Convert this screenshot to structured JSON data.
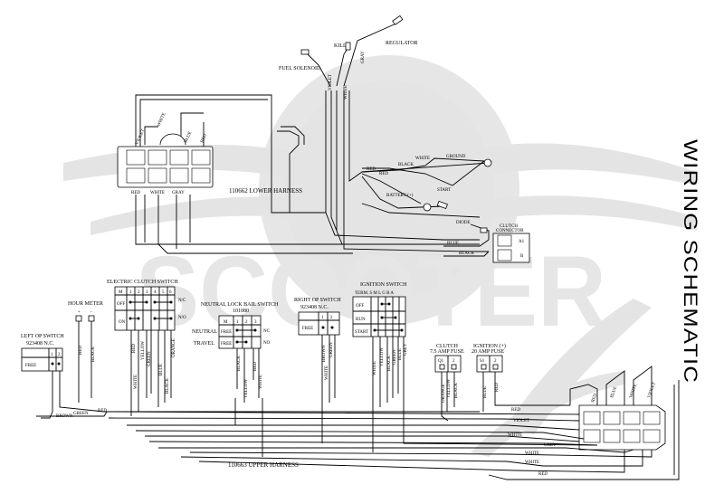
{
  "title": "WIRING SCHEMATIC",
  "watermark": "SCOOTER",
  "colors": {
    "wire": "#000000",
    "watermark": "#e4e4e4",
    "background": "#ffffff"
  },
  "harnesses": {
    "lower": "110662 LOWER HARNESS",
    "upper": "110663 UPPER HARNESS"
  },
  "top_leads": {
    "kill": "KILL",
    "regulator": "REGULATOR",
    "fuel_solenoid": "FUEL SOLENOID",
    "violet": "VIOLET",
    "white": "WHITE",
    "gray": "GRAY"
  },
  "lower_connector": {
    "top_wires": [
      "VIOLET",
      "WHITE",
      "BLUE",
      "RED"
    ],
    "bottom_wires": [
      "RED",
      "WHITE",
      "GRAY"
    ]
  },
  "battery": {
    "black": "BLACK",
    "ground": "GROUND",
    "white": "WHITE",
    "red_top": "RED",
    "red": "RED",
    "battery_plus": "BATTERY (+)",
    "start": "START"
  },
  "clutch_connector": {
    "diode": "DIODE",
    "title_1": "CLUTCH",
    "title_2": "CONNECTOR",
    "pin_a": "A1",
    "pin_b": "B",
    "blue": "BLUE",
    "black": "BLACK"
  },
  "electric_clutch_switch": {
    "title": "ELECTRIC CLUTCH SWITCH",
    "header": [
      "M",
      "1",
      "2",
      "3",
      "4",
      "5",
      "6"
    ],
    "rows": [
      "OFF",
      "ON"
    ],
    "nc": "N/C",
    "no": "N/O",
    "wires": [
      "RED",
      "WHITE",
      "YELLOW",
      "GREEN",
      "BLUE",
      "BLACK",
      "ORANGE"
    ]
  },
  "hour_meter": {
    "title": "HOUR METER",
    "plus": "+",
    "minus": "-",
    "red": "RED",
    "black": "BLACK"
  },
  "left_op_switch": {
    "title": "LEFT  OP SWITCH",
    "part": "923408   N.C.",
    "pin1": "1",
    "pin2": "2",
    "free": "FREE"
  },
  "neutral_lock": {
    "title": "NEUTRAL LOCK BAIL SWITCH",
    "part": "101080",
    "neutral": "NEUTRAL",
    "travel": "TRAVEL",
    "header": [
      "M",
      "1",
      "2",
      "3"
    ],
    "rows": [
      "FREE",
      "FREE"
    ],
    "nc": "NC",
    "no": "NO",
    "wires": [
      "BLACK",
      "YELLOW",
      "RED",
      "WHITE"
    ]
  },
  "right_op_switch": {
    "title": "RIGHT  OP SWITCH",
    "part": "923408   N.C.",
    "pin1": "1",
    "pin2": "2",
    "free": "FREE",
    "wires": [
      "BROWN",
      "GREEN",
      "WHITE"
    ]
  },
  "ignition_switch": {
    "title": "IGNITION SWITCH",
    "term": "TERM.  S  M L G B  A",
    "rows": [
      "OFF",
      "RUN",
      "START"
    ],
    "wires": [
      "WHITE",
      "YELLOW",
      "BLACK",
      "GREEN",
      "BLUE",
      "GREY"
    ]
  },
  "clutch_fuse": {
    "title_1": "CLUTCH",
    "title_2": "7.5 AMP FUSE",
    "pin1": "Q1",
    "pin2": "2",
    "wires": [
      "ORANGE",
      "YELLOW",
      "BLACK"
    ]
  },
  "ignition_fuse": {
    "title_1": "IGNITION (+)",
    "title_2": "20  AMP FUSE",
    "pin1": "S1",
    "pin2": "2",
    "wires": [
      "BLUE",
      "RED"
    ]
  },
  "right_connector": {
    "top_wires": [
      "RED",
      "BLUE",
      "WHITE",
      "VIOLET"
    ]
  },
  "bus_labels": {
    "brown": "BROWN",
    "green": "GREEN",
    "red": "RED",
    "red2": "RED",
    "violet": "VIOLET",
    "white": "WHITE",
    "grey": "GREY",
    "white2": "WHITE",
    "white3": "WHITE",
    "red3": "RED"
  }
}
